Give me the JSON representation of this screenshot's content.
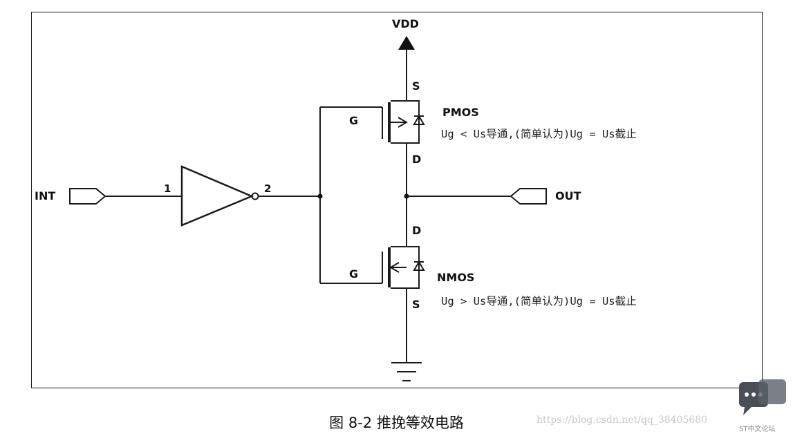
{
  "diagram": {
    "supply_label": "VDD",
    "input_label": "INT",
    "output_label": "OUT",
    "pin_in": "1",
    "pin_out": "2",
    "pmos": {
      "name": "PMOS",
      "source": "S",
      "gate": "G",
      "drain": "D",
      "note": "Ug < Us导通,(简单认为)Ug = Us截止"
    },
    "nmos": {
      "name": "NMOS",
      "source": "S",
      "gate": "G",
      "drain": "D",
      "note": "Ug > Us导通,(简单认为)Ug = Us截止"
    }
  },
  "caption": "图 8-2 推挽等效电路",
  "watermark": "https://blog.csdn.net/qq_38405680",
  "badge_text": "ST中文论坛"
}
